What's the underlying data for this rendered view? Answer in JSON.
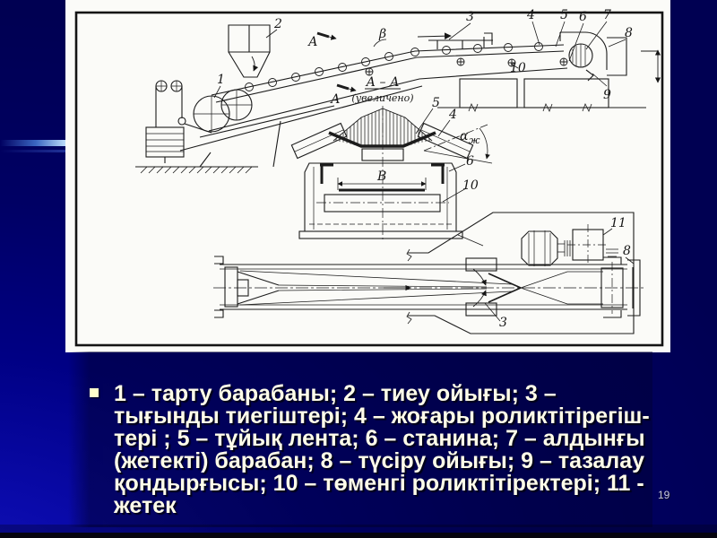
{
  "slide": {
    "page_number": "19",
    "body": {
      "text": "1 – тарту барабаны; 2 – тиеу ойығы; 3 – тығынды тиегіштері; 4 – жоғары роликтітірегіш-тері ; 5 – тұйық лента; 6 – станина; 7 – алдынғы (жетекті) барабан; 8 – түсіру ойығы; 9 – тазалау қондырғысы; 10 – төменгі роликтітіректері; 11 - жетек"
    }
  },
  "figure": {
    "section_title": "А – А",
    "section_subtitle": "(увеличено)",
    "cut_letter": "А",
    "beta": "β",
    "alpha": "α",
    "alpha_subscript": "ж",
    "belt_width_dim": "В",
    "labels": {
      "n1": "1",
      "n2": "2",
      "n3": "3",
      "n4": "4",
      "n5": "5",
      "n6": "6",
      "n7": "7",
      "n8": "8",
      "n9": "9",
      "n10": "10",
      "n11": "11"
    }
  },
  "colors": {
    "background_top": "#000052",
    "background_bottom_left": "#1414bc",
    "text_overlay": "rgba(0,0,45,0.45)",
    "caption_text": "#fffde9",
    "bullet": "#ffffcc",
    "figure_paper": "#fbfbf8",
    "figure_ink": "#161616",
    "stripe_highlight": "#bcdcfa",
    "page_number": "#c9c9df"
  }
}
